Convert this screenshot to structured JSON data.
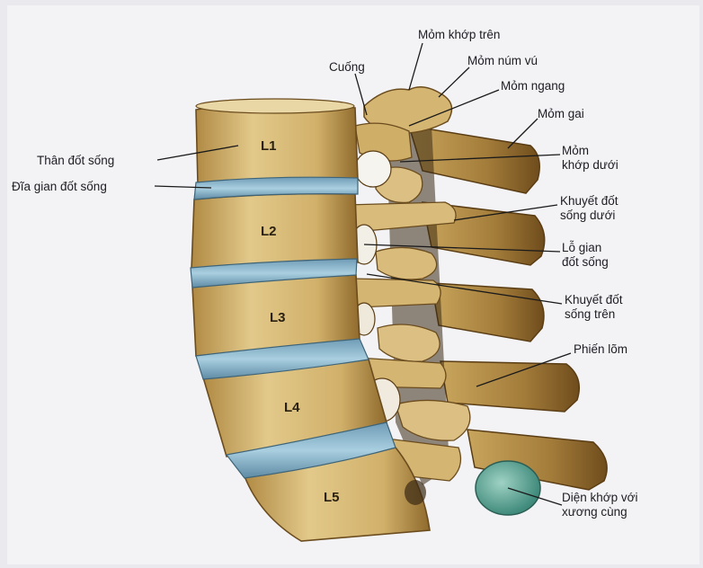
{
  "vertebrae": [
    "L1",
    "L2",
    "L3",
    "L4",
    "L5"
  ],
  "labels": {
    "mom_khop_tren": "Mỏm khớp trên",
    "cuong": "Cuống",
    "mom_num_vu": "Mỏm núm vú",
    "mom_ngang": "Mỏm ngang",
    "mom_gai": "Mỏm gai",
    "than_dot_song": "Thân đốt sống",
    "dia_gian_dot_song": "Đĩa gian đốt sống",
    "mom_khop_duoi": [
      "Mỏm",
      "khớp dưới"
    ],
    "khuyet_dot_song_duoi": [
      "Khuyết đốt",
      "sống dưới"
    ],
    "lo_gian_dot_song": [
      "Lỗ gian",
      "đốt sống"
    ],
    "khuyet_dot_song_tren": [
      "Khuyết đốt",
      "sống trên"
    ],
    "phien_lom": "Phiến lõm",
    "dien_khop_voi_xuong_cung": [
      "Diện khớp với",
      "xương cùng"
    ]
  },
  "colors": {
    "background": "#f3f3f6",
    "bone": "#d6b870",
    "bone_dark": "#8a6428",
    "disc": "#8fb7cc",
    "facet": "#5fa596"
  }
}
